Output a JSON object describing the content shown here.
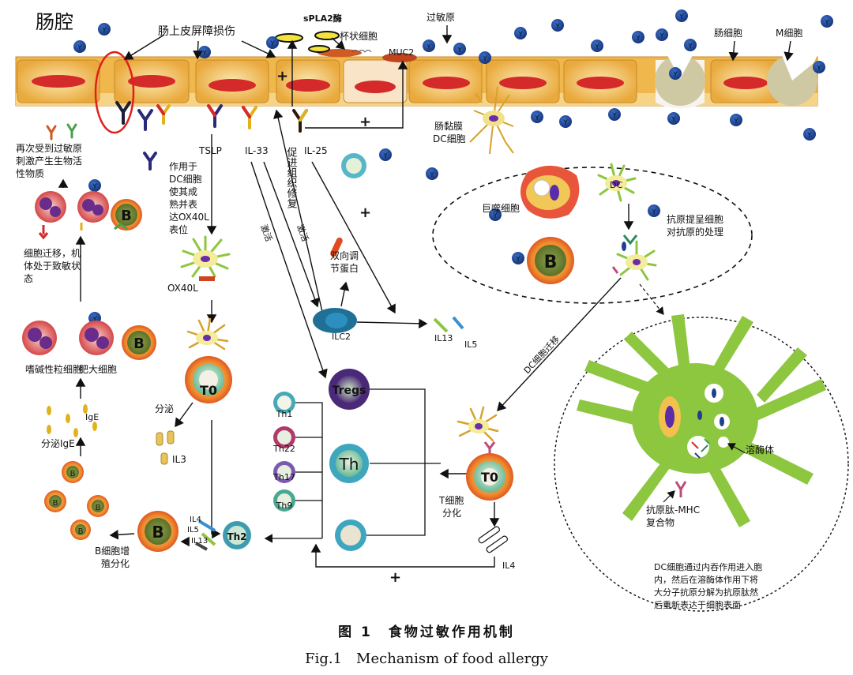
{
  "labels": {
    "gut_lumen": "肠腔",
    "barrier_damage": "肠上皮屏障损伤",
    "spla2": "sPLA2酶",
    "goblet": "杯状细胞",
    "allergen": "过敏原",
    "enterocyte": "肠细胞",
    "m_cell": "M细胞",
    "muc2": "MUC2",
    "mucosal_dc_1": "肠黏膜",
    "mucosal_dc_2": "DC细胞",
    "re_exposure_1": "再次受到过敏原",
    "re_exposure_2": "刺激产生生物活",
    "re_exposure_3": "性物质",
    "tslp": "TSLP",
    "il33": "IL-33",
    "il25": "IL-25",
    "tslp_act_1": "作用于",
    "tslp_act_2": "DC细胞",
    "tslp_act_3": "使其成",
    "tslp_act_4": "熟并表",
    "tslp_act_5": "达OX40L",
    "tslp_act_6": "表位",
    "repair": "促进组织修复",
    "activate_a": "激活",
    "activate_b": "激活",
    "bireg_1": "双向调",
    "bireg_2": "节蛋白",
    "macrophage": "巨噬细胞",
    "dc": "DC",
    "apc_1": "抗原提呈细胞",
    "apc_2": "对抗原的处理",
    "b_letter": "B",
    "migration_1": "细胞迁移，机",
    "migration_2": "体处于致敏状",
    "migration_3": "态",
    "ox40l": "OX40L",
    "ilc2": "ILC2",
    "il13": "IL13",
    "il5": "IL5",
    "dc_migration": "DC细胞迁移",
    "basophil": "嗜碱性粒细胞",
    "mast_cell": "肥大细胞",
    "t0": "T0",
    "secrete": "分泌",
    "il3": "IL3",
    "ige": "IgE",
    "secrete_ige": "分泌IgE",
    "tregs": "Tregs",
    "th1": "Th1",
    "th22": "Th22",
    "th17": "Th17",
    "th9": "Th9",
    "th": "Th",
    "t_diff_1": "T细胞",
    "t_diff_2": "分化",
    "il4": "IL4",
    "il5b": "IL5",
    "il13b": "IL13",
    "th2": "Th2",
    "b_prolif_1": "B细胞增",
    "b_prolif_2": "殖分化",
    "il4b": "IL4",
    "plus": "+",
    "lysosome": "溶酶体",
    "mhc_1": "抗原肽-MHC",
    "mhc_2": "复合物",
    "endo_1": "DC细胞通过内吞作用进入胞",
    "endo_2": "内，然后在溶酶体作用下将",
    "endo_3": "大分子抗原分解为抗原肽然",
    "endo_4": "后重新表达于细胞表面",
    "allergen_glyph": "Y"
  },
  "caption": {
    "zh": "图 1　食物过敏作用机制",
    "en": "Fig.1　Mechanism of food allergy"
  },
  "colors": {
    "enterocyte": "#f2c260",
    "nucleus": "#d42a2a",
    "allergen": "#1f4fa0",
    "dc_green": "#8dc63f",
    "t_cell": "#e8742a",
    "b_cell_core": "#6f8a3a"
  }
}
